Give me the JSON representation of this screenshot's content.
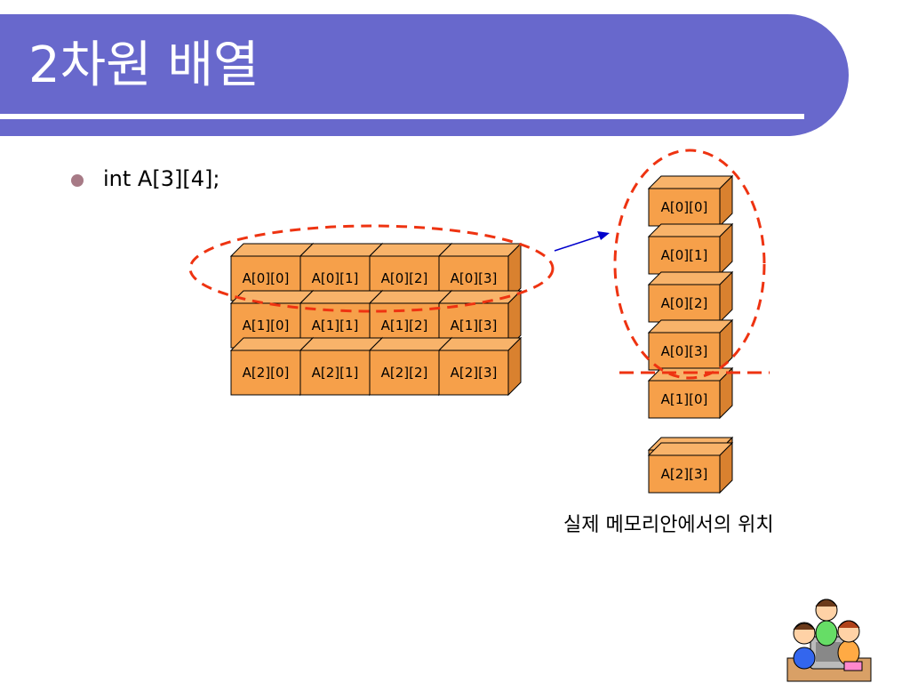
{
  "slide": {
    "title": "2차원 배열",
    "bullet": "int A[3][4];",
    "caption": "실제 메모리안에서의 위치"
  },
  "grid": {
    "rows": [
      [
        "A[0][0]",
        "A[0][1]",
        "A[0][2]",
        "A[0][3]"
      ],
      [
        "A[1][0]",
        "A[1][1]",
        "A[1][2]",
        "A[1][3]"
      ],
      [
        "A[2][0]",
        "A[2][1]",
        "A[2][2]",
        "A[2][3]"
      ]
    ]
  },
  "memory": {
    "cells": [
      "A[0][0]",
      "A[0][1]",
      "A[0][2]",
      "A[0][3]",
      "A[1][0]"
    ],
    "ellipsis": "…",
    "last": "A[2][3]"
  },
  "colors": {
    "header": "#6868cc",
    "block_front": "#f6a04a",
    "block_top": "#f8b36a",
    "block_side": "#d9812f",
    "highlight": "#ee3311",
    "arrow": "#0000cc",
    "bullet": "#a77a86"
  }
}
